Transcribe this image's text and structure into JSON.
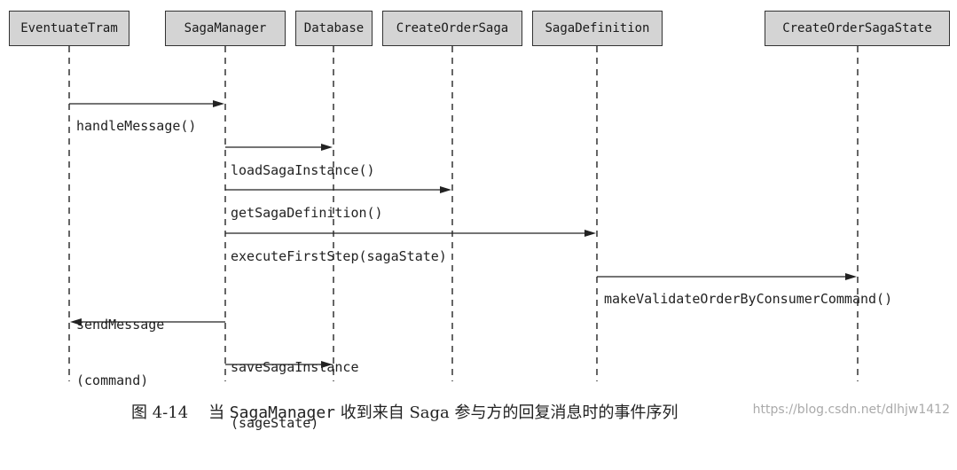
{
  "participants": [
    {
      "id": "eventuate_tram",
      "label": "EventuateTram"
    },
    {
      "id": "saga_manager",
      "label": "SagaManager"
    },
    {
      "id": "database",
      "label": "Database"
    },
    {
      "id": "create_order_saga",
      "label": "CreateOrderSaga"
    },
    {
      "id": "saga_definition",
      "label": "SagaDefinition"
    },
    {
      "id": "create_order_saga_state",
      "label": "CreateOrderSagaState"
    }
  ],
  "messages": [
    {
      "from": "eventuate_tram",
      "to": "saga_manager",
      "label_lines": [
        "handleMessage()"
      ]
    },
    {
      "from": "saga_manager",
      "to": "database",
      "label_lines": [
        "loadSagaInstance()"
      ]
    },
    {
      "from": "saga_manager",
      "to": "create_order_saga",
      "label_lines": [
        "getSagaDefinition()"
      ]
    },
    {
      "from": "saga_manager",
      "to": "saga_definition",
      "label_lines": [
        "executeFirstStep(sagaState)"
      ]
    },
    {
      "from": "saga_definition",
      "to": "create_order_saga_state",
      "label_lines": [
        "makeValidateOrderByConsumerCommand()"
      ]
    },
    {
      "from": "saga_manager",
      "to": "eventuate_tram",
      "label_lines": [
        "sendMessage",
        "(command)"
      ]
    },
    {
      "from": "saga_manager",
      "to": "database",
      "label_lines": [
        "saveSagaInstance",
        "(sageState)"
      ]
    }
  ],
  "caption": {
    "figure_no": "图 4-14",
    "prefix": "当",
    "mono": "SagaManager",
    "suffix": "收到来自 Saga 参与方的回复消息时的事件序列"
  },
  "watermark": "https://blog.csdn.net/dlhjw1412"
}
